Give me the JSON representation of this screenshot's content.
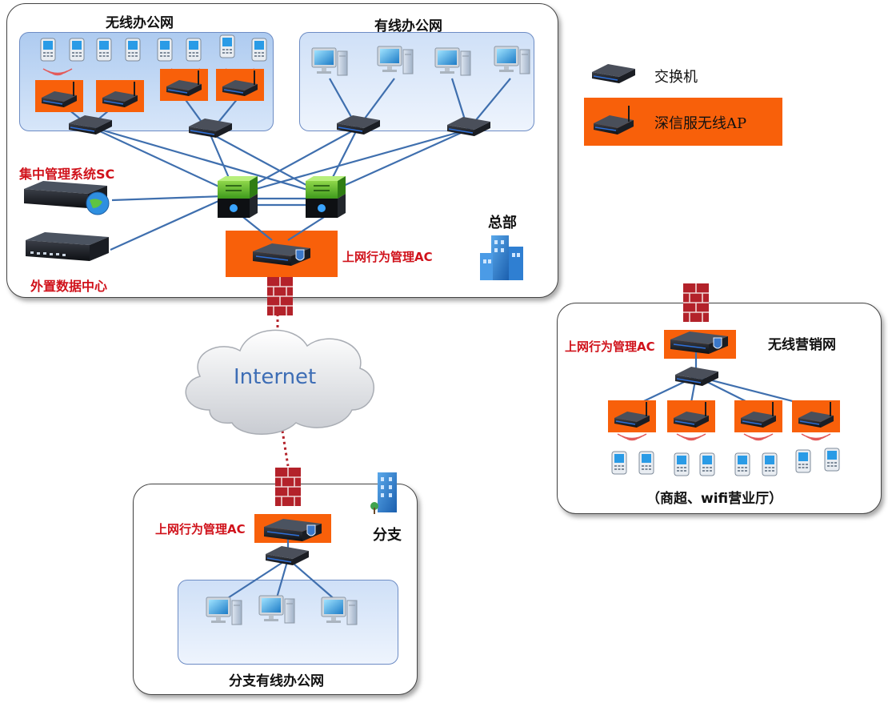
{
  "legend": {
    "switch_label": "交换机",
    "ap_label": "深信服无线AP"
  },
  "headquarters": {
    "label": "总部",
    "wireless_office_label": "无线办公网",
    "wired_office_label": "有线办公网",
    "sc_label": "集中管理系统SC",
    "datacenter_label": "外置数据中心",
    "ac_label": "上网行为管理AC"
  },
  "internet": {
    "label": "Internet"
  },
  "branch": {
    "label": "分支",
    "ac_label": "上网行为管理AC",
    "wired_office_label": "分支有线办公网"
  },
  "marketing": {
    "label": "无线营销网",
    "ac_label": "上网行为管理AC",
    "caption": "（商超、wifi营业厅）"
  },
  "colors": {
    "ap_orange": "#f8600a",
    "ac_red_label": "#d0121b",
    "link_blue": "#3f6fae",
    "firewall_red": "#b3222a",
    "internet_text": "#3d6db5"
  }
}
